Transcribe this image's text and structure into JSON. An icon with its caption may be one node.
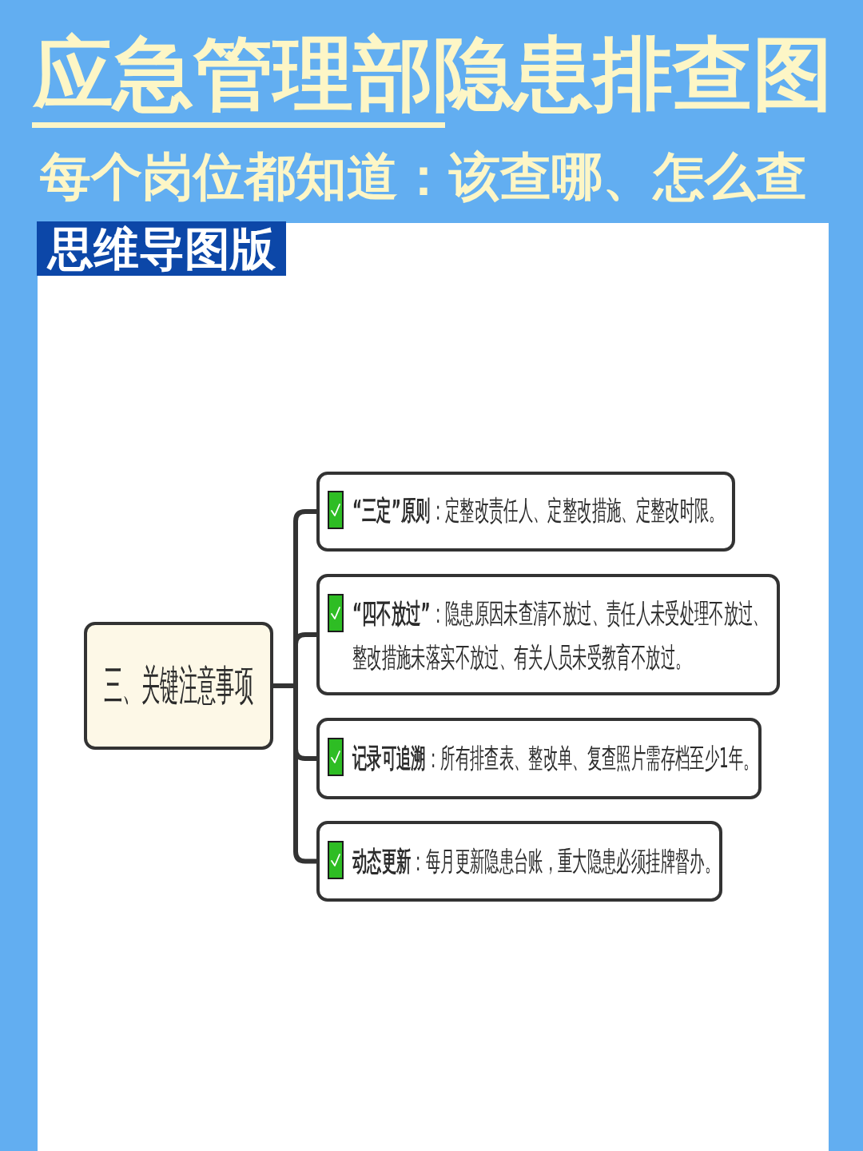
{
  "diagram": {
    "title": "应急管理部隐患排查图",
    "nodes": [
      {
        "text": [
          "三、关键注意事项"
        ]
      },
      {
        "text": [
          "**“三定”原则**：定整改责任人、定整改措施、定整改时限。"
        ]
      },
      {
        "text": [
          "**“四不放过”**：隐患原因未查清不放过、责任人未受处理不放过、整改措施未落实不放过、有关人员未受教育不放过。"
        ]
      },
      {
        "text": [
          "**记录可追溯**：所有排查表、整改单、复查照片需存档至少1年。"
        ]
      },
      {
        "text": [
          "**动态更新**：每月更新隐患台账，重大隐患必须挂牌督办。"
        ]
      }
    ],
    "edges": [
      {
        "from": 0,
        "to": 1,
        "arrow": "none"
      },
      {
        "from": 0,
        "to": 2,
        "arrow": "none"
      },
      {
        "from": 0,
        "to": 3,
        "arrow": "none"
      },
      {
        "from": 0,
        "to": 4,
        "arrow": "none"
      }
    ],
    "labels": [
      "每个岗位都知道：该查哪、怎么查",
      "思维导图版"
    ]
  }
}
